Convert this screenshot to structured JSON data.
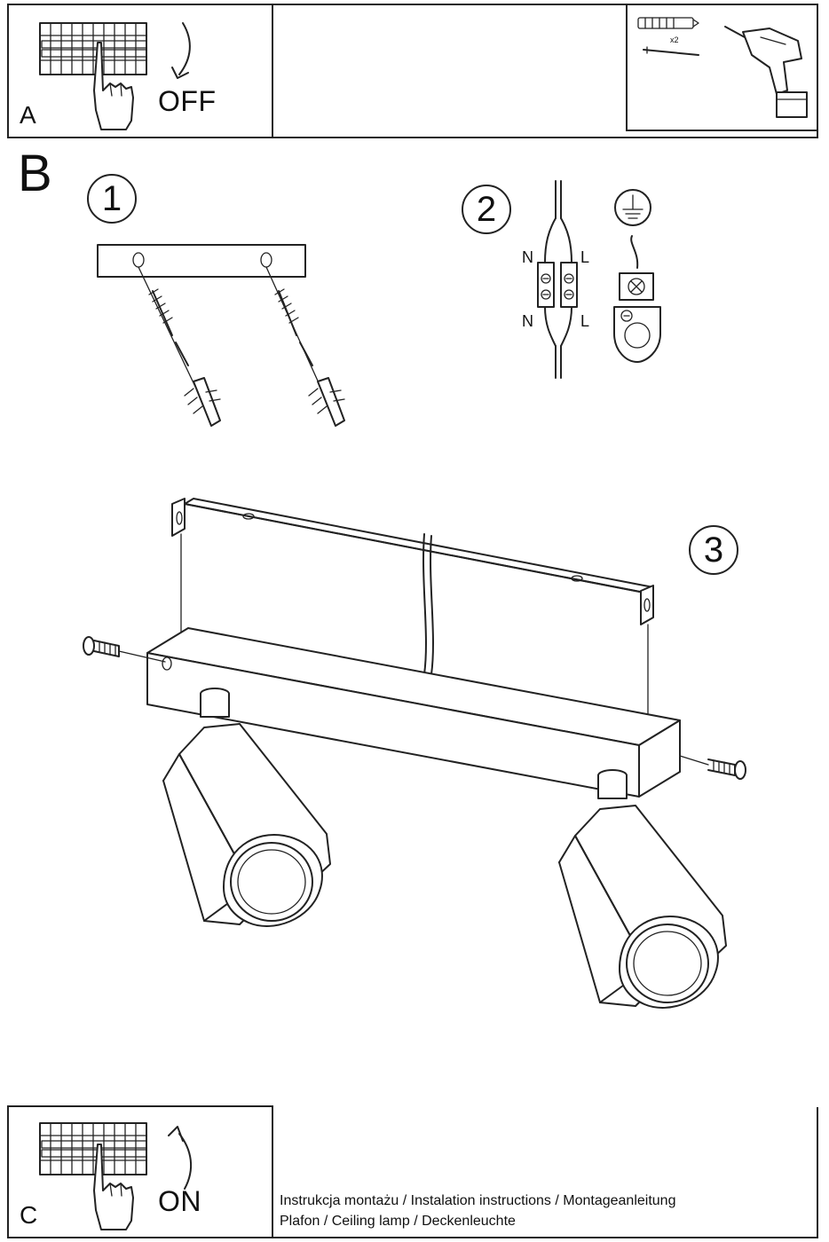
{
  "panel_a": {
    "letter": "A",
    "switch_word": "OFF"
  },
  "panel_tools": {
    "quantity": "x2"
  },
  "panel_b": {
    "letter": "B",
    "steps": [
      "1",
      "2",
      "3"
    ],
    "wire_labels": {
      "n_top": "N",
      "l_top": "L",
      "n_bottom": "N",
      "l_bottom": "L"
    }
  },
  "panel_c": {
    "letter": "C",
    "switch_word": "ON"
  },
  "footer": {
    "line1": "Instrukcja montażu / Instalation instructions / Montageanleitung",
    "line2": "Plafon / Ceiling lamp / Deckenleuchte"
  }
}
